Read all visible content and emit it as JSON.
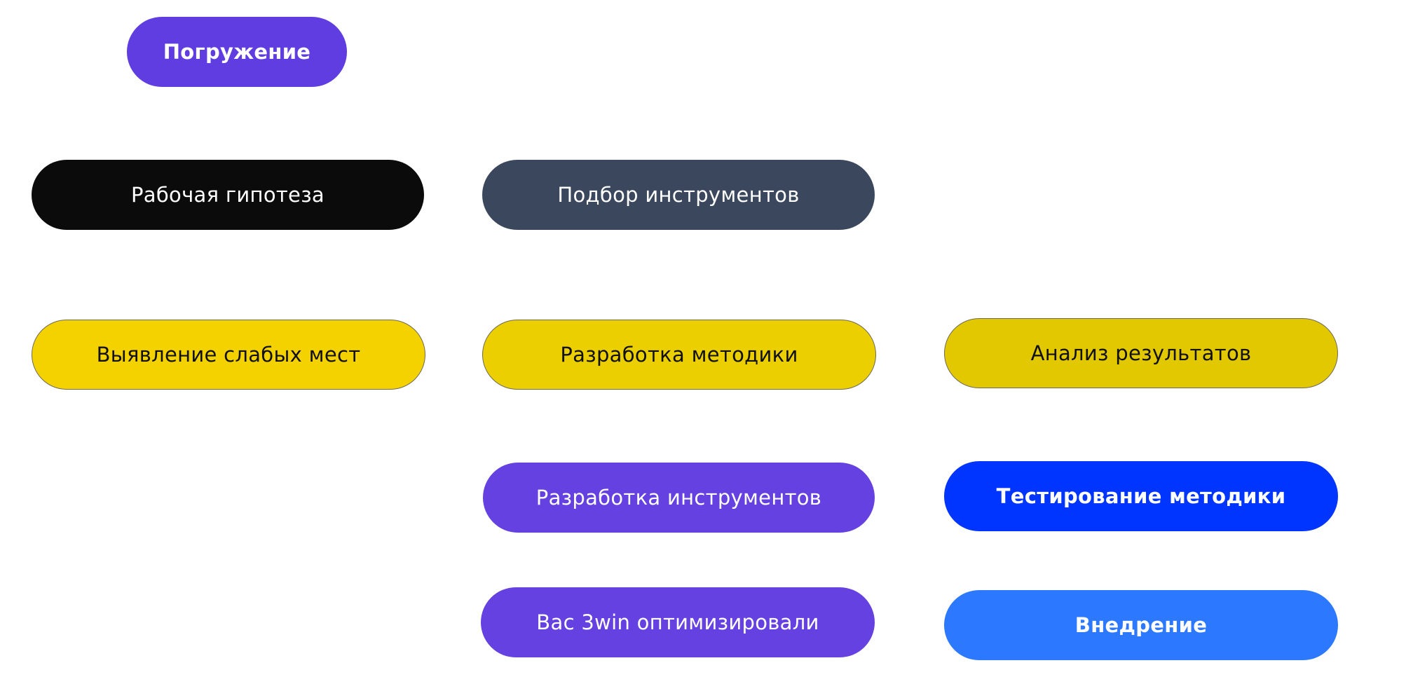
{
  "steps": {
    "immersion": {
      "label": "Погружение",
      "color": "#5f3de0",
      "text_color": "#ffffff"
    },
    "hypothesis": {
      "label": "Рабочая гипотеза",
      "color": "#0b0b0b",
      "text_color": "#ffffff"
    },
    "tool_selection": {
      "label": "Подбор инструментов",
      "color": "#3b475c",
      "text_color": "#ffffff"
    },
    "weak_points": {
      "label": "Выявление слабых мест",
      "color": "#f4d200",
      "text_color": "#111111"
    },
    "method_dev": {
      "label": "Разработка методики",
      "color": "#eccf00",
      "text_color": "#111111"
    },
    "results_analysis": {
      "label": "Анализ результатов",
      "color": "#e2c800",
      "text_color": "#111111"
    },
    "tool_dev": {
      "label": "Разработка инструментов",
      "color": "#6441e0",
      "text_color": "#ffffff"
    },
    "method_testing": {
      "label": "Тестирование методики",
      "color": "#0034ff",
      "text_color": "#ffffff"
    },
    "optimized": {
      "label": "Вас 3win оптимизировали",
      "color": "#6441e0",
      "text_color": "#ffffff"
    },
    "implementation": {
      "label": "Внедрение",
      "color": "#2c79ff",
      "text_color": "#ffffff"
    }
  }
}
